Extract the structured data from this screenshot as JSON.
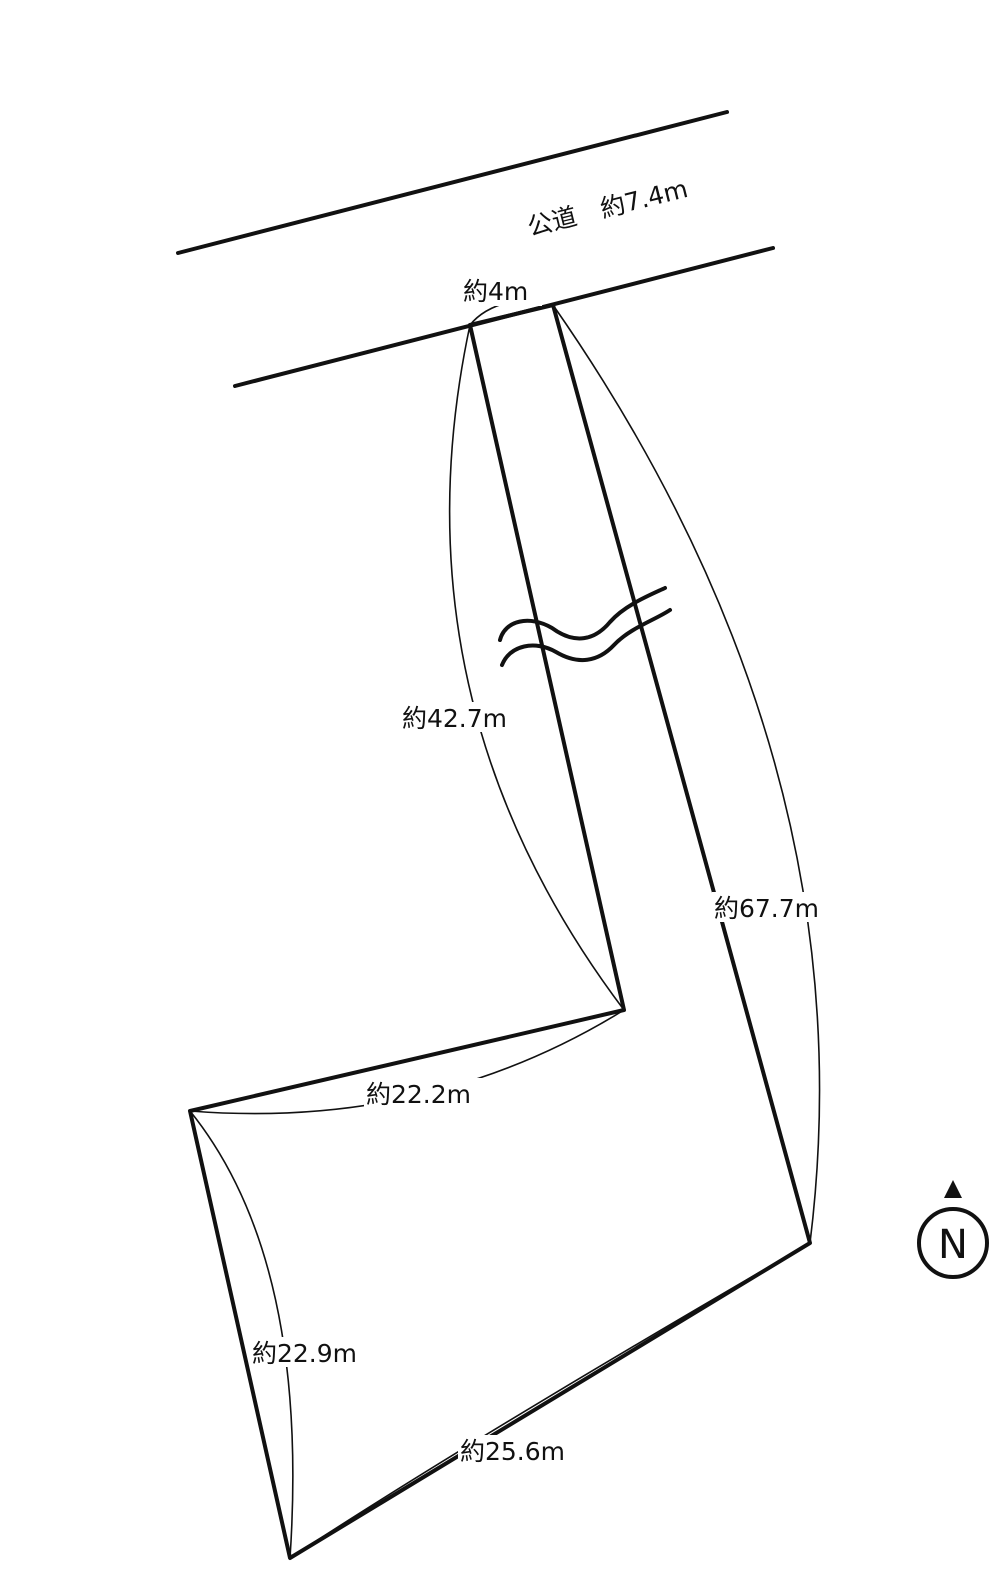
{
  "road": {
    "label": "公道　約7.4m"
  },
  "dimensions": {
    "frontage": "約4m",
    "west_corridor": "約42.7m",
    "east_side": "約67.7m",
    "mid_north": "約22.2m",
    "west_side": "約22.9m",
    "south_side": "約25.6m"
  },
  "compass": {
    "letter": "N",
    "icon": "north-arrow-icon"
  },
  "colors": {
    "line": "#111111",
    "background": "#ffffff"
  }
}
